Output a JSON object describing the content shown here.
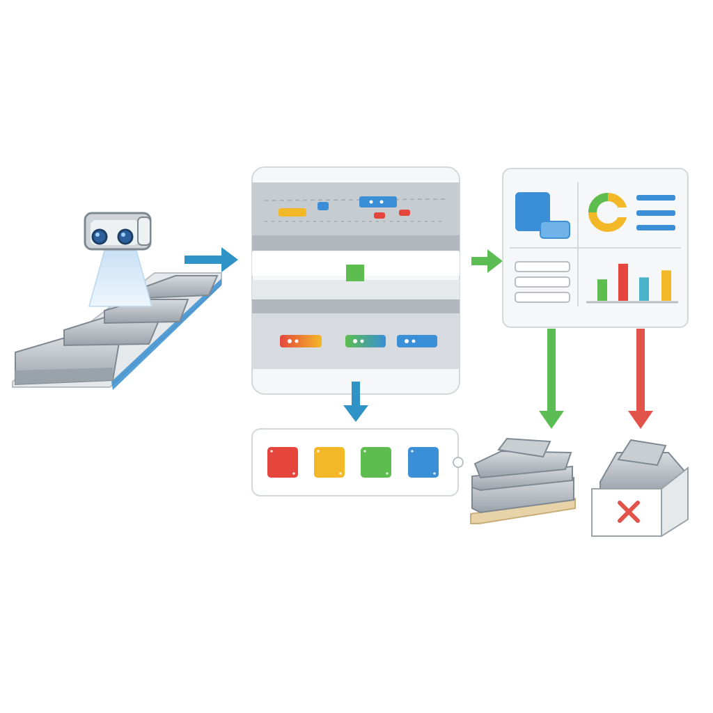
{
  "colors": {
    "background": "#ffffff",
    "panel_fill": "#f6f7f8",
    "panel_border": "#d3d8dc",
    "steel_light": "#c9ced3",
    "steel_mid": "#a9b0b7",
    "steel_dark": "#7f8891",
    "belt_blue": "#3a8fd0",
    "arrow_blue": "#2f93c8",
    "arrow_green": "#5cbd55",
    "arrow_red": "#e2534a",
    "tag_red": "#e4463d",
    "tag_yellow": "#f3b828",
    "tag_green": "#5dbd4f",
    "tag_blue": "#3a8fd6",
    "tag_orange": "#f28a2c",
    "pallet_wood": "#e8d3a8",
    "camera_beam": "#dcecf9"
  },
  "icons": {
    "camera": "inspection-camera-icon",
    "reject": "x-mark-icon",
    "donut": "donut-chart-icon",
    "bars": "bar-chart-icon",
    "list": "list-lines-icon"
  },
  "analysis_panel": {
    "upper_tags": [
      "yellow",
      "blue",
      "blue",
      "red",
      "red"
    ],
    "lower_tags": [
      "orange",
      "green",
      "blue"
    ],
    "link_tag": "green"
  },
  "sort_bins": [
    "red",
    "yellow",
    "green",
    "blue"
  ],
  "dashboard": {
    "bar_colors": [
      "green",
      "red",
      "teal",
      "yellow"
    ],
    "bar_values": [
      0.55,
      0.95,
      0.6,
      0.78
    ]
  },
  "outcomes": {
    "accepted": "pallet-stack",
    "rejected": "reject-bin"
  }
}
